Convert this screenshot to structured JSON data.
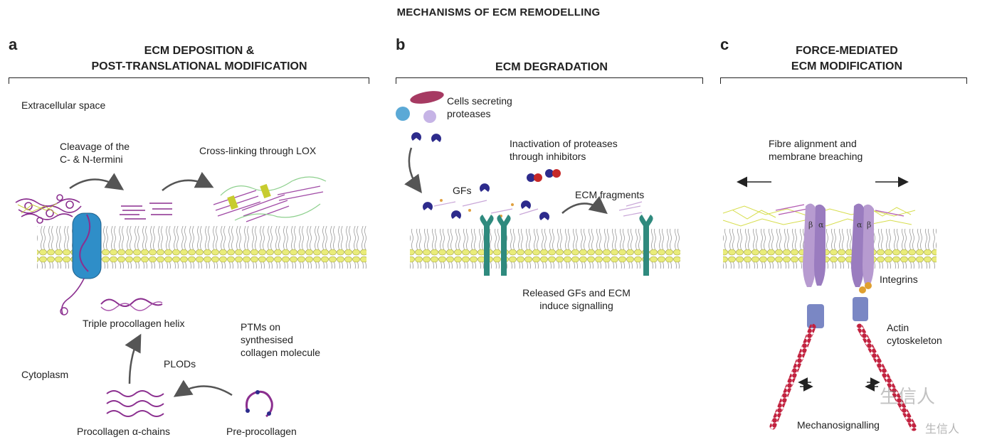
{
  "title": "MECHANISMS OF ECM REMODELLING",
  "panels": {
    "a": {
      "letter": "a",
      "title_line1": "ECM DEPOSITION &",
      "title_line2": "POST-TRANSLATIONAL MODIFICATION",
      "extracellular": "Extracellular space",
      "cleavage_line1": "Cleavage of the",
      "cleavage_line2": "C- & N-termini",
      "crosslinking": "Cross-linking through LOX",
      "triple_helix": "Triple procollagen helix",
      "ptms_line1": "PTMs on",
      "ptms_line2": "synthesised",
      "ptms_line3": "collagen molecule",
      "plods": "PLODs",
      "cytoplasm": "Cytoplasm",
      "alpha_chains": "Procollagen α-chains",
      "pre_procollagen": "Pre-procollagen"
    },
    "b": {
      "letter": "b",
      "title": "ECM DEGRADATION",
      "cells_line1": "Cells secreting",
      "cells_line2": "proteases",
      "inactivation_line1": "Inactivation of proteases",
      "inactivation_line2": "through inhibitors",
      "gfs": "GFs",
      "ecm_fragments": "ECM fragments",
      "released_line1": "Released GFs and ECM",
      "released_line2": "induce signalling"
    },
    "c": {
      "letter": "c",
      "title_line1": "FORCE-MEDIATED",
      "title_line2": "ECM MODIFICATION",
      "fibre_line1": "Fibre alignment and",
      "fibre_line2": "membrane breaching",
      "integrins": "Integrins",
      "actin_line1": "Actin",
      "actin_line2": "cytoskeleton",
      "mechanosignalling": "Mechanosignalling",
      "alpha": "α",
      "beta": "β"
    }
  },
  "watermark": "生信人",
  "colors": {
    "lipid_head": "#e9ec7a",
    "collagen": "#8b2f8f",
    "channel": "#2f8ec8",
    "receptor": "#2f8a7e",
    "protease": "#2d2b8c",
    "integrin": "#b79bd0",
    "actin": "#c2223f",
    "arrow": "#555555"
  }
}
